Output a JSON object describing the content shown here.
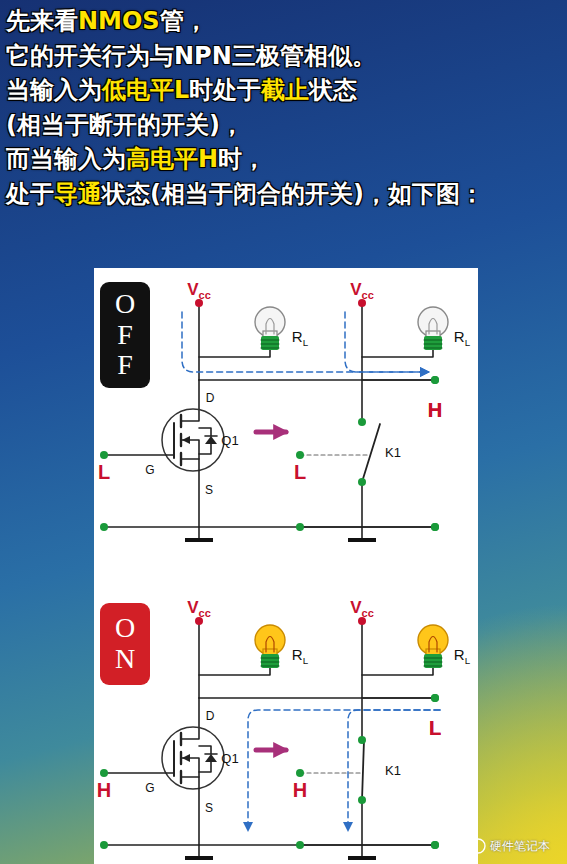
{
  "diagram": {
    "title": "先来看NMOS管， 它的开关行为与NPN三极管相似。 当输入为低电平L时处于截止状态 (相当于断开的开关)， 而当输入为高电平H时， 处于导通状态(相当于闭合的开关)，如下图：",
    "nodes": [
      {
        "text": [
          "OFF"
        ]
      },
      {
        "text": [
          "ON"
        ]
      }
    ],
    "labels": [
      "Vcc",
      "RL",
      "D",
      "H",
      "G",
      "L",
      "Q1",
      "S",
      "Vcc",
      "RL",
      "H",
      "L",
      "K1",
      "Vcc",
      "RL",
      "D",
      "L",
      "G",
      "H",
      "Q1",
      "S",
      "Vcc",
      "RL",
      "L",
      "H",
      "K1",
      "硬件笔记本"
    ]
  }
}
